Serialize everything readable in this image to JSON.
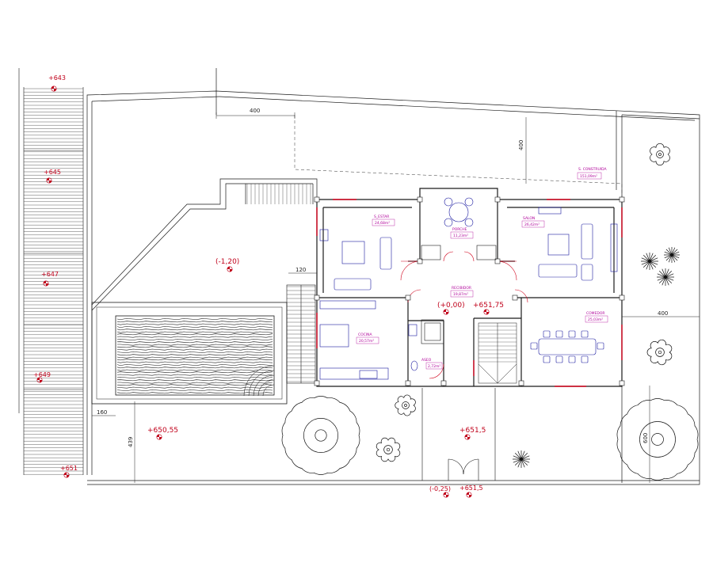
{
  "elevations": {
    "e843": "+643",
    "e645": "+645",
    "e647": "+647",
    "e649": "+649",
    "e651_left": "+651",
    "e_minus120": "(-1,20)",
    "e65055": "+650,55",
    "e000": "(+0,00)",
    "e65175": "+651,75",
    "e6515_mid": "+651,5",
    "e_minus025": "(-0,25)",
    "e6515_bottom": "+651,5"
  },
  "dimensions": {
    "d400_top": "400",
    "d400_vertical": "400",
    "d400_right": "400",
    "d120": "120",
    "d160": "160",
    "d439": "439",
    "d600": "600"
  },
  "rooms": {
    "estar": {
      "name": "S_ESTAR",
      "area": "24,68m²"
    },
    "porche": {
      "name": "PORCHE",
      "area": "11,23m²"
    },
    "salon": {
      "name": "SALON",
      "area": "26,42m²"
    },
    "recibidor": {
      "name": "RECIBIDOR",
      "area": "19,87m²"
    },
    "cocina": {
      "name": "COCINA",
      "area": "20,57m²"
    },
    "aseo": {
      "name": "ASEO",
      "area": "2,72m²"
    },
    "comedor": {
      "name": "COMEDOR",
      "area": "25,03m²"
    },
    "construida": {
      "name": "S. CONSTRUIDA",
      "area": "151,09m²"
    }
  },
  "colors": {
    "line": "#1a1a1a",
    "wall": "#222222",
    "accent_red": "#d0001a",
    "elevation_red": "#c0001a",
    "label_magenta": "#b0009a",
    "furniture_blue": "#1a1aa0"
  }
}
